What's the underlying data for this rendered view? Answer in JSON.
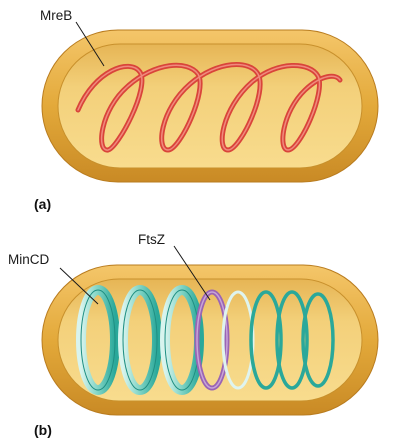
{
  "panel_a": {
    "label": "(a)",
    "callout": "MreB"
  },
  "panel_b": {
    "label": "(b)",
    "callout_mincd": "MinCD",
    "callout_ftsz": "FtsZ"
  },
  "colors": {
    "cell_outer": "#e3a93a",
    "cell_inner": "#f2cd72",
    "mreb": "#d9443a",
    "mincd": "#2aa89a",
    "ftsz": "#9a64b4"
  }
}
